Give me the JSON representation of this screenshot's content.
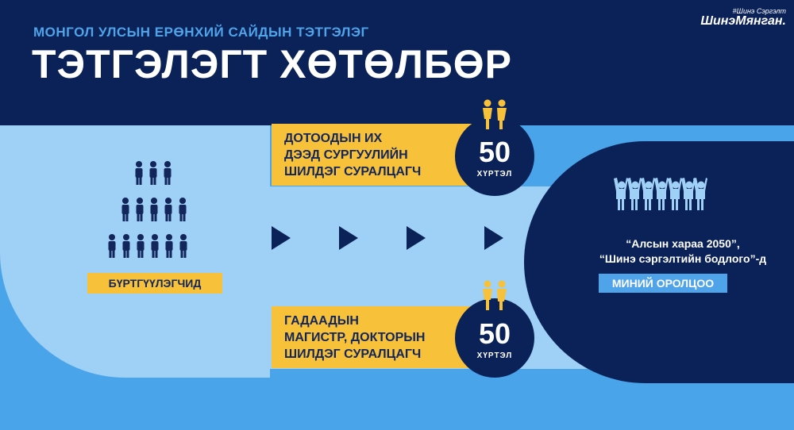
{
  "header": {
    "subtitle": "МОНГОЛ УЛСЫН ЕРӨНХИЙ САЙДЫН ТЭТГЭЛЭГ",
    "title": "ТЭТГЭЛЭГТ ХӨТӨЛБӨР"
  },
  "brand": {
    "top": "#Шинэ Сэргэлт",
    "main": "ШинэМянган."
  },
  "left": {
    "label": "БҮРТГҮҮЛЭГЧИД",
    "icon": "people-pyramid-icon"
  },
  "tracks": [
    {
      "lines": [
        "ДОТООДЫН ИХ",
        "ДЭЭД СУРГУУЛИЙН",
        "ШИЛДЭГ СУРАЛЦАГЧ"
      ],
      "count": "50",
      "unit": "ХҮРТЭЛ",
      "icon": "couple-icon"
    },
    {
      "lines": [
        "ГАДААДЫН",
        "МАГИСТР, ДОКТОРЫН",
        "ШИЛДЭГ СУРАЛЦАГЧ"
      ],
      "count": "50",
      "unit": "ХҮРТЭЛ",
      "icon": "couple-icon"
    }
  ],
  "right": {
    "vision_line1": "“Алсын хараа 2050”,",
    "vision_line2": "“Шинэ сэргэлтийн бодлого”-д",
    "label": "МИНИЙ ОРОЛЦОО",
    "icon": "cheering-people-icon"
  },
  "colors": {
    "navy": "#0b2258",
    "light_blue": "#9fd0f6",
    "mid_blue": "#49a4ea",
    "accent_blue": "#4fa3e8",
    "yellow": "#f8c13a",
    "icon_dark": "#13265c"
  }
}
